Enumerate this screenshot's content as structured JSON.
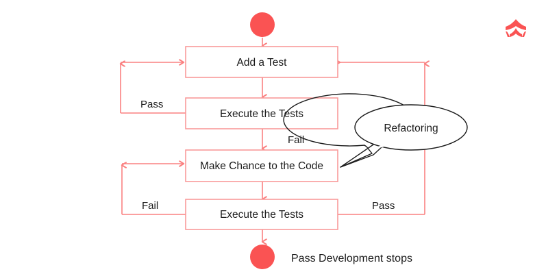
{
  "diagram": {
    "title": "TDD flow chart",
    "colors": {
      "node_fill": "#ffffff",
      "node_stroke": "#f99a9a",
      "connector": "#fa8080",
      "circle": "#fa5353",
      "bubble_stroke": "#1a1a1a",
      "text": "#1a1a1a",
      "logo": "#fa5353"
    },
    "nodes": [
      {
        "id": "start",
        "type": "circle",
        "label": ""
      },
      {
        "id": "add-a-test",
        "type": "process",
        "label": "Add a Test"
      },
      {
        "id": "execute-the-tests-1",
        "type": "process",
        "label": "Execute the Tests"
      },
      {
        "id": "make-chance-to-the-code",
        "type": "process",
        "label": "Make Chance to the Code"
      },
      {
        "id": "execute-the-tests-2",
        "type": "process",
        "label": "Execute the Tests"
      },
      {
        "id": "end",
        "type": "circle",
        "label": ""
      }
    ],
    "edge_labels": {
      "pass_upper_left": "Pass",
      "fail_middle": "Fail",
      "fail_lower_left": "Fail",
      "pass_lower_right": "Pass"
    },
    "callout": {
      "label": "Refactoring"
    },
    "end_note": "Pass Development stops"
  },
  "watermark": {
    "name": "brand-logo"
  }
}
